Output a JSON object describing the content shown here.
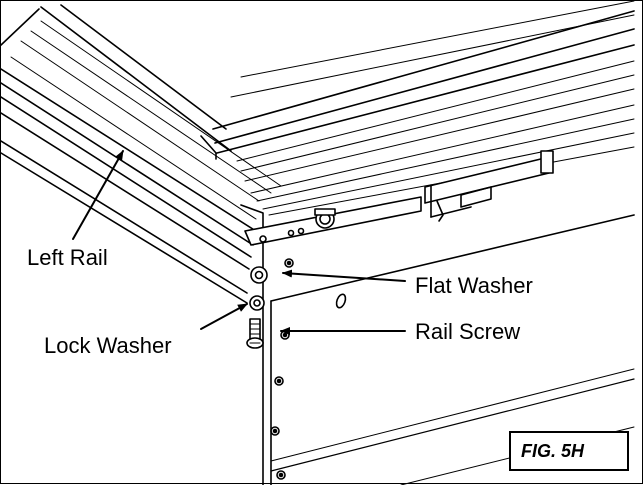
{
  "figure": {
    "caption": "FIG. 5H",
    "callouts": {
      "left_rail": "Left Rail",
      "flat_washer": "Flat Washer",
      "lock_washer": "Lock Washer",
      "rail_screw": "Rail Screw"
    }
  }
}
